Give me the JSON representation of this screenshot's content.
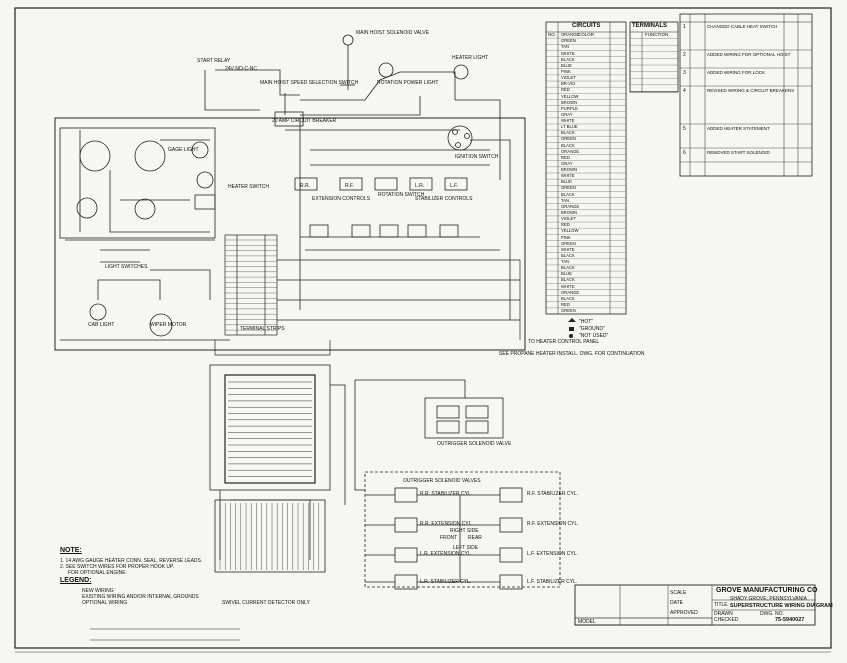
{
  "header": {
    "circuits_title": "CIRCUITS",
    "terminals_title": "TERMINALS",
    "color_header": "COLOR",
    "no_header": "NO.",
    "function_header": "FUNCTION"
  },
  "labels": {
    "main_hoist": "MAIN HOIST SOLENOID VALVE",
    "start_relay": "START RELAY",
    "start_relay_sub": "24V NO-C-NC",
    "heater_light": "HEATER LIGHT",
    "rotation_power": "ROTATION POWER LIGHT",
    "main_hoist_speed": "MAIN HOIST SPEED SELECTION SWITCH",
    "amp_20": "20 AMP CIRCUIT BREAKER",
    "ignition": "IGNITION SWITCH",
    "gage_light": "GAGE LIGHT",
    "heater_switch": "HEATER SWITCH",
    "light_switches": "LIGHT SWITCHES",
    "cab_light": "CAB LIGHT",
    "wiper_motor": "WIPER MOTOR",
    "terminal_strips": "TERMINAL STRIPS",
    "rr": "R.R.",
    "rf": "R.F.",
    "lr": "L.R.",
    "lf": "L.F.",
    "extension_controls": "EXTENSION CONTROLS",
    "rotation_switch": "ROTATION SWITCH",
    "stabilizer_controls": "STABILIZER CONTROLS",
    "to_heater": "TO HEATER CONTROL PANEL",
    "see_propane": "SEE PROPANE HEATER INSTALL. DWG. FOR CONTINUATION",
    "outrigger_solenoid": "OUTRIGGER SOLENOID VALVE",
    "outrigger_valves": "OUTRIGGER SOLENOID VALVES",
    "rr_stab": "R.R. STABILIZER CYL.",
    "rr_ext": "R.R. EXTENSION CYL.",
    "lr_ext": "L.R. EXTENSION CYL.",
    "lr_stab": "L.R. STABILIZER CYL.",
    "rf_stab": "R.F. STABILIZER CYL.",
    "rf_ext": "R.F. EXTENSION CYL.",
    "lf_ext": "L.F. EXTENSION CYL.",
    "lf_stab": "L.F. STABILIZER CYL.",
    "front": "FRONT",
    "rear": "REAR",
    "right_side": "RIGHT SIDE",
    "left_side": "LEFT SIDE",
    "swivel": "SWIVEL CURRENT DETECTOR ONLY"
  },
  "legend_marks": {
    "hot": "\"HOT\"",
    "ground": "\"GROUND\"",
    "not_used": "\"NOT USED\""
  },
  "notes": {
    "title": "NOTE:",
    "n1": "1. 14 AWG GAUGE HEATER CONN. SEAL, REVERSE LEADS.",
    "n2": "2. SEE SWITCH WIRES FOR PROPER HOOK UP.",
    "n3": "FOR OPTIONAL ENGINE",
    "legend_title": "LEGEND:",
    "l1": "NEW WIRING",
    "l2": "EXISTING WIRING AND/OR INTERNAL GROUNDS",
    "l3": "OPTIONAL WIRING"
  },
  "circuit_colors": [
    "ORANGE",
    "GREEN",
    "TAN",
    "WHITE",
    "BLACK",
    "BLUE",
    "PINK",
    "VIOLET",
    "BR-VIO",
    "RED",
    "YELLOW",
    "BROWN",
    "PURPLE",
    "GRAY",
    "WHITE",
    "LT BLUE",
    "BLACK",
    "GREEN",
    "BLACK",
    "ORANGE",
    "RED",
    "GRAY",
    "BROWN",
    "WHITE",
    "BLUE",
    "GREEN",
    "BLACK",
    "TAN",
    "ORANGE",
    "BROWN",
    "VIOLET",
    "RED",
    "YELLOW",
    "PINK",
    "GREEN",
    "WHITE",
    "BLACK",
    "TAN",
    "BLACK",
    "BLUE",
    "BLACK",
    "WHITE",
    "ORANGE",
    "BLACK",
    "RED",
    "GREEN"
  ],
  "revisions": [
    {
      "ltr": "1",
      "text": "CHANGED CABLE HEAT SWITCH"
    },
    {
      "ltr": "2",
      "text": "ADDED WIRING FOR OPTIONAL HOIST"
    },
    {
      "ltr": "3",
      "text": "ADDED WIRING FOR LOCK"
    },
    {
      "ltr": "4",
      "text": "REVISED WIRING & CIRCUIT BREAKERS"
    },
    {
      "ltr": "5",
      "text": "ADDED HEATER STATEMENT"
    },
    {
      "ltr": "6",
      "text": "REMOVED START SOLENOID"
    }
  ],
  "title_block": {
    "company": "GROVE MANUFACTURING CO",
    "city": "SHADY GROVE, PENNSYLVANIA",
    "title_label": "TITLE",
    "title": "SUPERSTRUCTURE WIRING DIAGRAM",
    "drawn": "DRAWN",
    "checked": "CHECKED",
    "approved": "APPROVED",
    "scale": "SCALE",
    "date": "DATE",
    "dwg_no": "DWG. NO.",
    "dwg_value": "75-5940027",
    "model": "MODEL"
  }
}
